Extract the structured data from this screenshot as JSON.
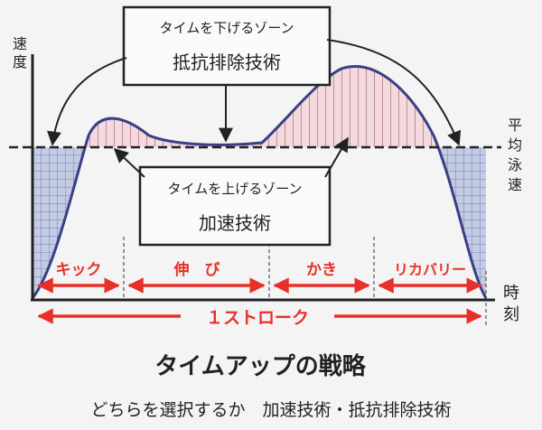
{
  "axes": {
    "y_label": "速度",
    "x_label": "時刻",
    "avg_label": "平均泳速"
  },
  "callouts": {
    "top_line1": "タイムを下げるゾーン",
    "top_line2": "抵抗排除技術",
    "middle_line1": "タイムを上げるゾーン",
    "middle_line2": "加速技術"
  },
  "phases": [
    "キック",
    "伸　び",
    "かき",
    "リカバリー"
  ],
  "stroke_label": "１ストローク",
  "title": "タイムアップの戦略",
  "subtitle": "どちらを選択するか　加速技術・抵抗排除技術",
  "colors": {
    "curve": "#3a3f86",
    "grid_fill": "#c4cbe4",
    "grid_line": "#5a6aa8",
    "hatch_fill": "#f4dadd",
    "hatch_line": "#8a4060",
    "arrow_red": "#e8302a",
    "axis": "#222222"
  }
}
